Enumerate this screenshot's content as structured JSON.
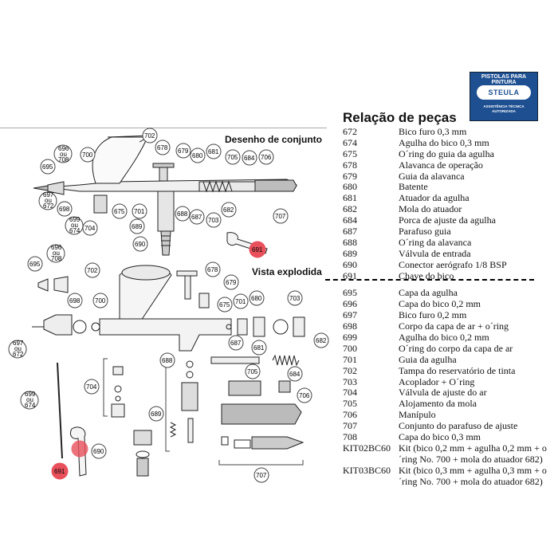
{
  "logo": {
    "top_text": "PISTOLAS PARA PINTURA",
    "brand": "STEULA",
    "sub_line1": "ASSISTÊNCIA TÉCNICA",
    "sub_line2": "AUTORIZADA"
  },
  "labels": {
    "assembly": "Desenho de conjunto",
    "exploded": "Vista explodida"
  },
  "parts": {
    "title": "Relação de peças",
    "items_a": [
      {
        "code": "672",
        "desc": "Bico furo 0,3 mm"
      },
      {
        "code": "674",
        "desc": "Agulha do bico 0,3 mm"
      },
      {
        "code": "675",
        "desc": "O´ring do guia da agulha"
      },
      {
        "code": "678",
        "desc": "Alavanca de operação"
      },
      {
        "code": "679",
        "desc": "Guia da alavanca"
      },
      {
        "code": "680",
        "desc": "Batente"
      },
      {
        "code": "681",
        "desc": "Atuador da agulha"
      },
      {
        "code": "682",
        "desc": "Mola do atuador"
      },
      {
        "code": "684",
        "desc": "Porca de ajuste da agulha"
      },
      {
        "code": "687",
        "desc": "Parafuso guia"
      },
      {
        "code": "688",
        "desc": "O´ring da alavanca"
      },
      {
        "code": "689",
        "desc": "Válvula de entrada"
      },
      {
        "code": "690",
        "desc": "Conector aerógrafo 1/8 BSP"
      },
      {
        "code": "691",
        "desc": "Chave do bico"
      }
    ],
    "items_b": [
      {
        "code": "695",
        "desc": "Capa da agulha"
      },
      {
        "code": "696",
        "desc": "Capa do bico 0,2 mm"
      },
      {
        "code": "697",
        "desc": "Bico furo 0,2 mm"
      },
      {
        "code": "698",
        "desc": "Corpo da capa de ar + o´ring"
      },
      {
        "code": "699",
        "desc": "Agulha do bico 0,2 mm"
      },
      {
        "code": "700",
        "desc": "O´ring do corpo da capa de ar"
      },
      {
        "code": "701",
        "desc": "Guia da agulha"
      },
      {
        "code": "702",
        "desc": "Tampa do reservatório de tinta"
      },
      {
        "code": "703",
        "desc": "Acoplador + O´ring"
      },
      {
        "code": "704",
        "desc": "Válvula de ajuste do ar"
      },
      {
        "code": "705",
        "desc": "Alojamento da mola"
      },
      {
        "code": "706",
        "desc": "Manípulo"
      },
      {
        "code": "707",
        "desc": "Conjunto do parafuso de ajuste"
      },
      {
        "code": "708",
        "desc": "Capa do bico 0,3 mm"
      },
      {
        "code": "KIT02BC60",
        "desc": "Kit (bico 0,2 mm + agulha 0,2 mm + o´ring No. 700 + mola do atuador 682)"
      },
      {
        "code": "KIT03BC60",
        "desc": "Kit (bico 0,3 mm + agulha 0,3 mm + o´ring No. 700 + mola do atuador 682)"
      }
    ]
  },
  "callouts_assembly": [
    "702",
    "678",
    "679",
    "680",
    "681",
    "705",
    "684",
    "706",
    "696 ou 708",
    "700",
    "695",
    "697 ou 672",
    "698",
    "699 ou 674",
    "704",
    "675",
    "701",
    "688",
    "687",
    "703",
    "682",
    "689",
    "690",
    "707",
    "691"
  ],
  "callouts_exploded": [
    "696 ou 708",
    "695",
    "702",
    "678",
    "679",
    "698",
    "700",
    "675",
    "701",
    "680",
    "703",
    "697 ou 672",
    "687",
    "681",
    "682",
    "688",
    "704",
    "705",
    "684",
    "706",
    "699 ou 674",
    "689",
    "690",
    "691",
    "707"
  ],
  "highlight_color": "#e8505b"
}
